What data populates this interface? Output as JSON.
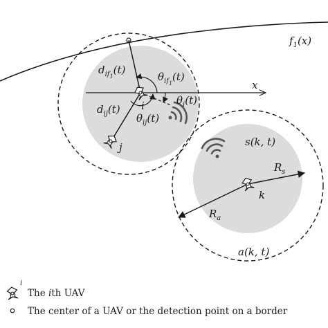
{
  "labels": {
    "border_fn": {
      "name": "f",
      "sub": "1",
      "arg": "(x)"
    },
    "axis_x": "x",
    "uav_i": "i",
    "uav_j": "j",
    "uav_k": "k",
    "d_if1": {
      "main": "d",
      "sub_a": "if",
      "sub_b": "1",
      "arg": "(t)"
    },
    "theta_if1": {
      "main": "θ",
      "sub_a": "if",
      "sub_b": "1",
      "arg": "(t)"
    },
    "theta_i": {
      "main": "θ",
      "sub": "i",
      "arg": "(t)"
    },
    "d_ij": {
      "main": "d",
      "sub": "ij",
      "arg": "(t)"
    },
    "theta_ij": {
      "main": "θ",
      "sub": "ij",
      "arg": "(t)"
    },
    "s_kt": "s(k, t)",
    "a_kt": "a(k, t)",
    "R_s": {
      "main": "R",
      "sub": "s"
    },
    "R_a": {
      "main": "R",
      "sub": "a"
    }
  },
  "legend": {
    "uav_symbol_label": "i",
    "uav_prefix": "The ",
    "uav_italic": "i",
    "uav_suffix": "th UAV",
    "center_text": "The center of a UAV or the detection point on a border"
  },
  "colors": {
    "sensing_fill": "#dcdcdc",
    "stroke": "#1a1a1a"
  }
}
